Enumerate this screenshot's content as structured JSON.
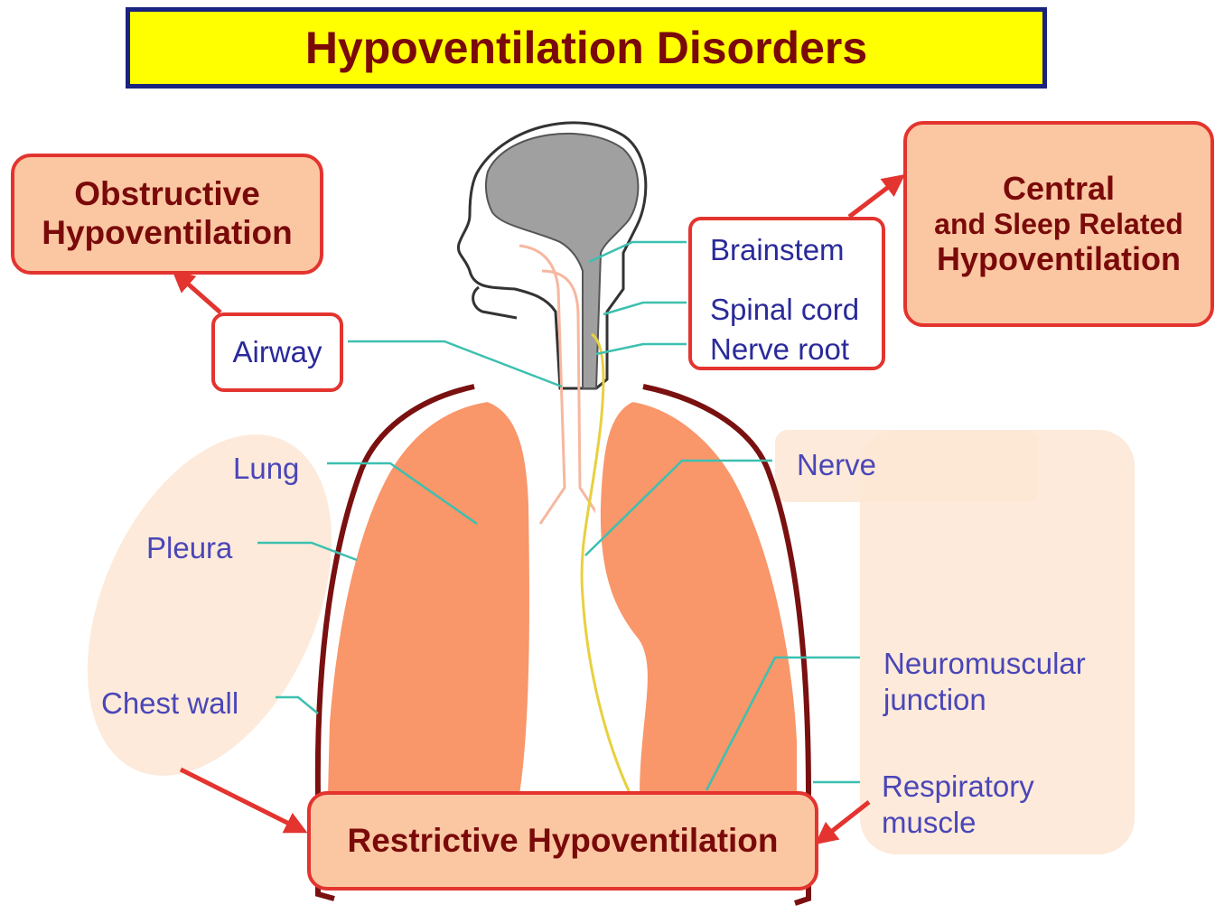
{
  "title": "Hypoventilation Disorders",
  "categories": {
    "obstructive": {
      "line1": "Obstructive",
      "line2": "Hypoventilation"
    },
    "central": {
      "line1": "Central",
      "line2": "and Sleep Related",
      "line3": "Hypoventilation"
    },
    "restrictive": {
      "label": "Restrictive Hypoventilation"
    }
  },
  "labels": {
    "airway": "Airway",
    "brainstem": "Brainstem",
    "spinal_cord": "Spinal cord",
    "nerve_root": "Nerve root",
    "nerve": "Nerve",
    "lung": "Lung",
    "pleura": "Pleura",
    "chest_wall": "Chest wall",
    "neuromuscular_line1": "Neuromuscular",
    "neuromuscular_line2": "junction",
    "respiratory_line1": "Respiratory",
    "respiratory_line2": "muscle"
  },
  "colors": {
    "title_bg": "#ffff00",
    "title_border": "#1a237e",
    "title_text": "#7a0a0a",
    "box_fill": "#fbc7a3",
    "box_border": "#e3342f",
    "label_text": "#2a2a9a",
    "lung_fill": "#f9966a",
    "chest_wall": "#7a1010",
    "head_fill": "#a0a0a0",
    "leader_line": "#3cc0b0",
    "nerve_line": "#e8d040",
    "group_fill": "#fde6d4"
  }
}
